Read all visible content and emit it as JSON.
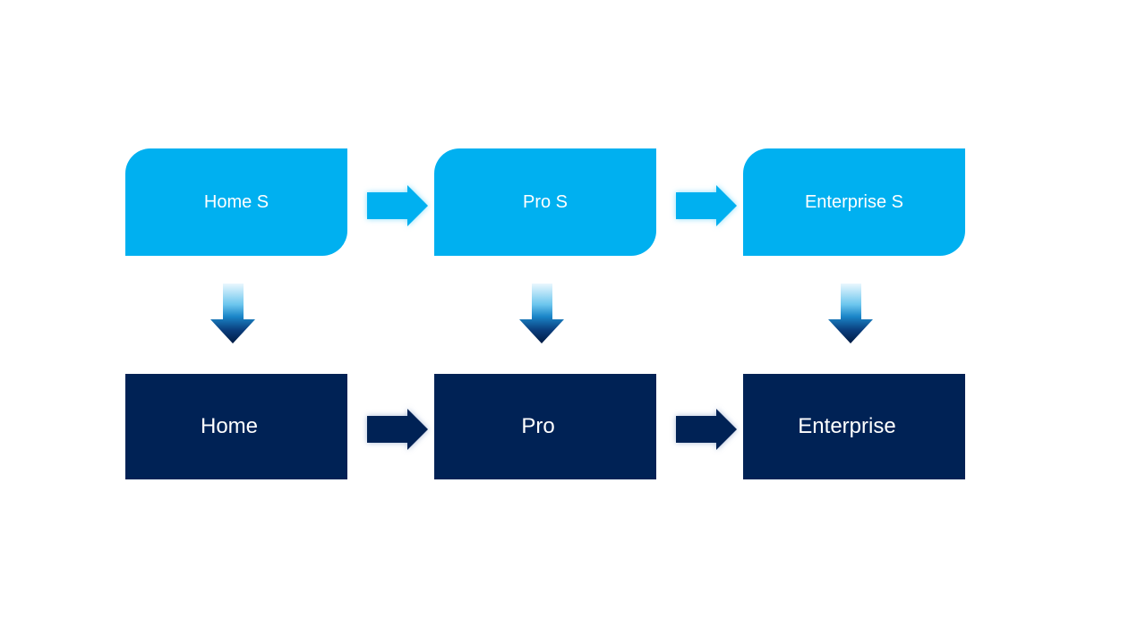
{
  "slide": {
    "background": "#ffffff",
    "description": "Two-row upgrade-path flow diagram"
  },
  "colors": {
    "top_box_fill": "#00B0F0",
    "bottom_box_fill": "#002255",
    "label_color": "#FFFFFF",
    "top_arrow_fill": "#00B0F0",
    "top_arrow_glow": "#8ADFFB",
    "bottom_arrow_fill": "#002255",
    "bottom_arrow_glow": "#A9B9D6",
    "down_arrow_gradient_top": "#EAF7FE",
    "down_arrow_gradient_upper_mid": "#6CC6EE",
    "down_arrow_gradient_mid": "#1B86C8",
    "down_arrow_gradient_lower_mid": "#0A3D7C",
    "down_arrow_gradient_bottom": "#001A43"
  },
  "top_row": [
    {
      "label": "Home S"
    },
    {
      "label": "Pro S"
    },
    {
      "label": "Enterprise S"
    }
  ],
  "bottom_row": [
    {
      "label": "Home"
    },
    {
      "label": "Pro"
    },
    {
      "label": "Enterprise"
    }
  ]
}
